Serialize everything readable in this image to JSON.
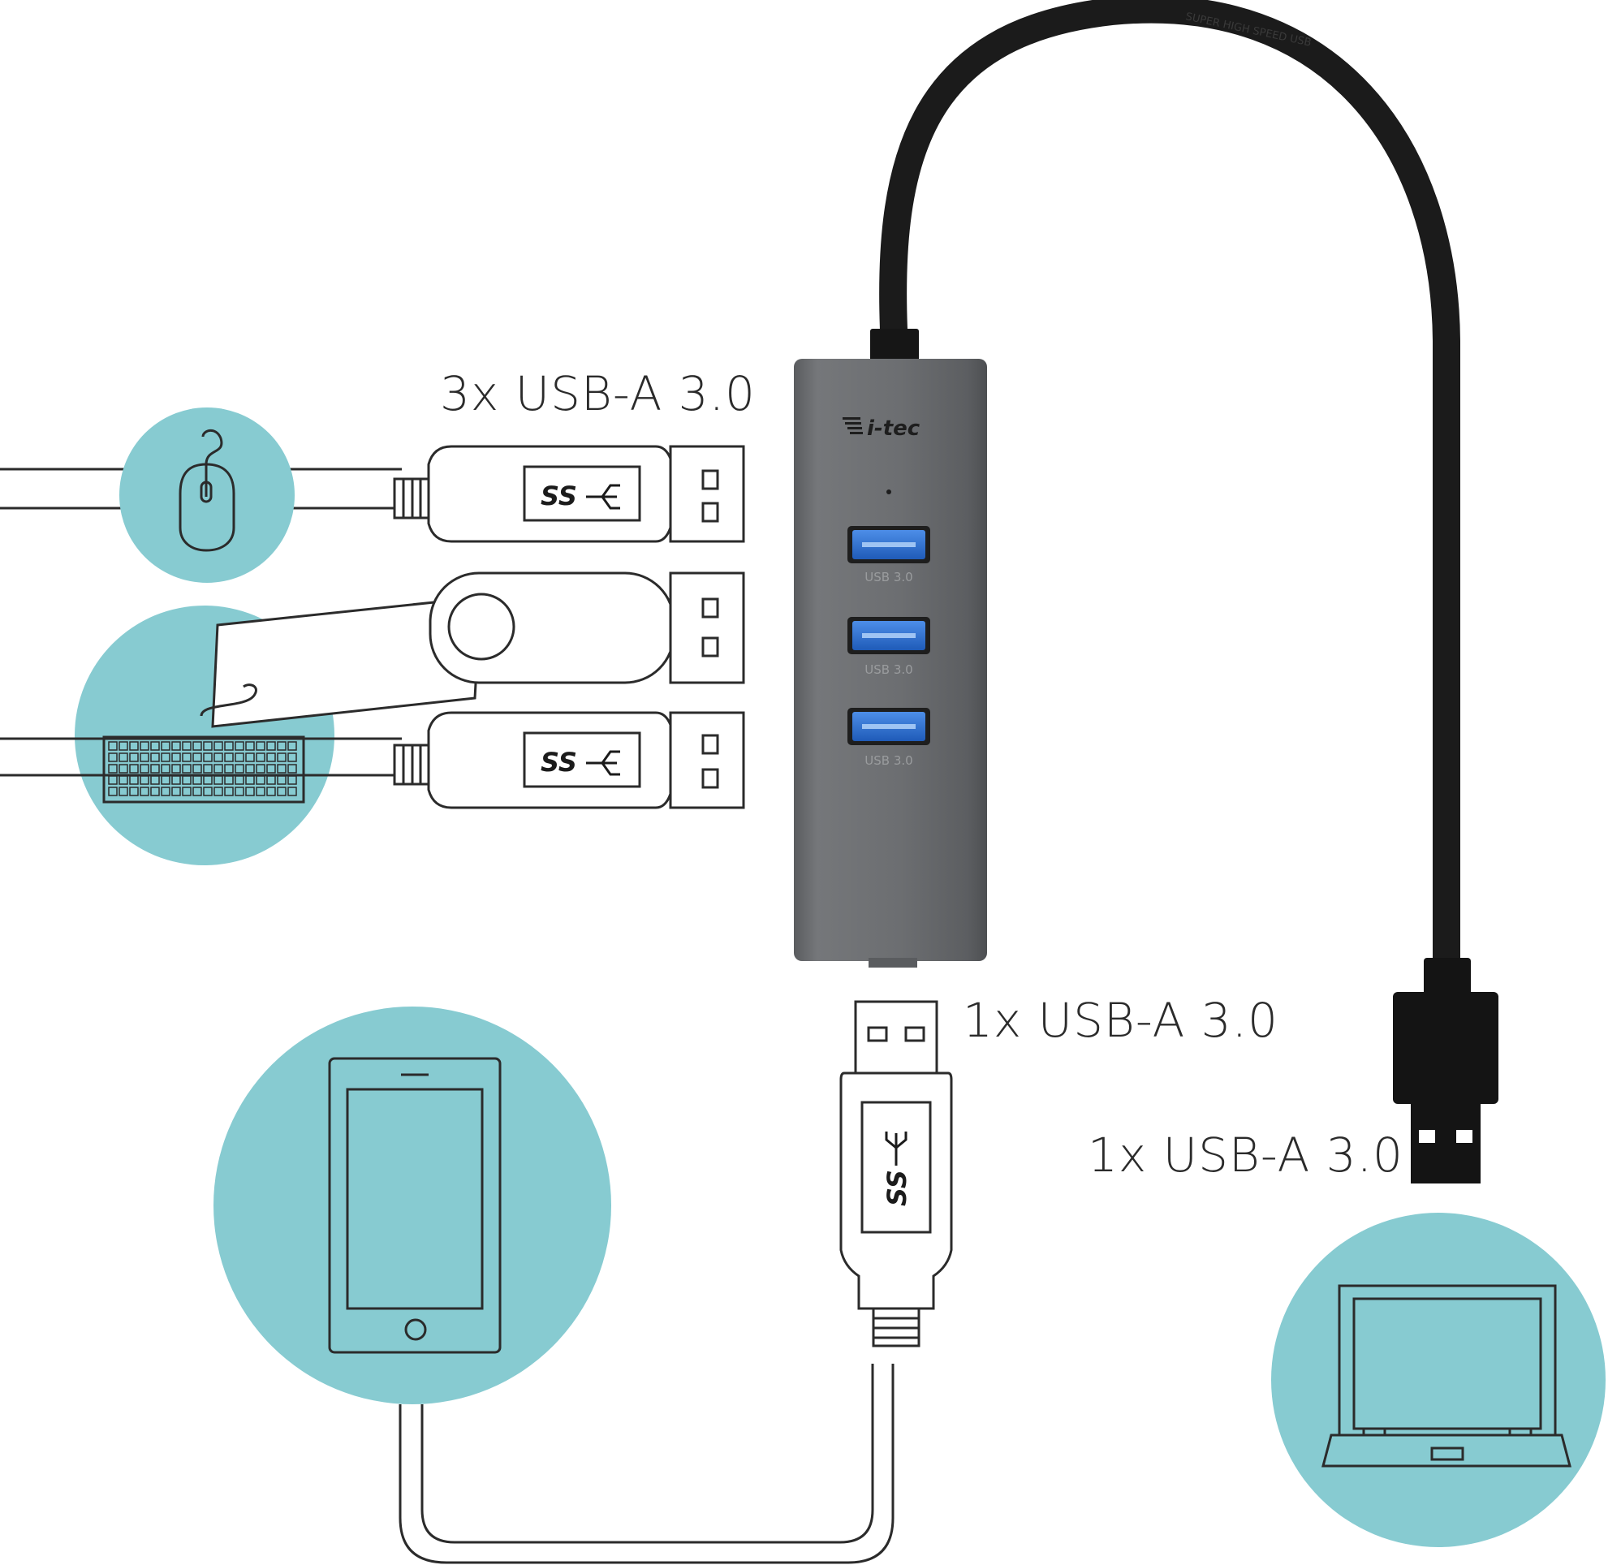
{
  "labels": {
    "top_ports": "3x USB-A 3.0",
    "downstream_port": "1x USB-A 3.0",
    "upstream_plug": "1x USB-A 3.0"
  },
  "hub": {
    "brand": "i-tec",
    "port_labels": [
      "USB 3.0",
      "USB 3.0",
      "USB 3.0"
    ]
  },
  "cable": {
    "print": "SUPER HIGH SPEED USB"
  },
  "plug_logo": "SS",
  "colors": {
    "circle": "#87cbd1",
    "hub_body": "#686a6d",
    "cable": "#1b1b1b",
    "usb_port_blue": "#2f6fd0",
    "outline": "#2b2b2b"
  },
  "devices": [
    "mouse-icon",
    "usb-flash-drive-icon",
    "keyboard-icon",
    "smartphone-icon",
    "laptop-icon"
  ]
}
